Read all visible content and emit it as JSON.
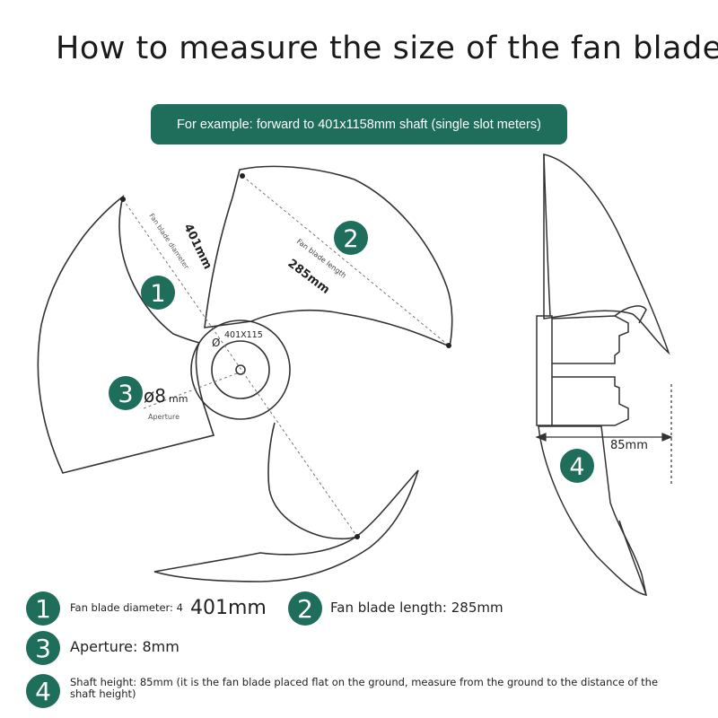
{
  "title": "How to measure the size of the fan blade",
  "banner": "For example: forward to 401x1158mm shaft (single slot meters)",
  "diagram": {
    "badges": [
      "1",
      "2",
      "3",
      "4"
    ],
    "label_diameter_value": "401mm",
    "label_diameter_caption": "Fan blade diameter",
    "label_length_caption": "Fan blade length",
    "label_length_value": "285mm",
    "hub_label": "401X115",
    "diameter_symbol": "Ø",
    "aperture_value": "ø8",
    "aperture_unit": "mm",
    "aperture_caption": "Aperture",
    "shaft_value": "85mm"
  },
  "legend": {
    "item1_small": "Fan blade diameter: 4",
    "item1_big": "401mm",
    "item2": "Fan blade length: 285mm",
    "item3": "Aperture: 8mm",
    "item4": "Shaft height: 85mm (it is the fan blade placed flat on the ground, measure from the ground to the distance of the shaft height)"
  },
  "colors": {
    "accent": "#1f6e5b",
    "line": "#333333"
  }
}
